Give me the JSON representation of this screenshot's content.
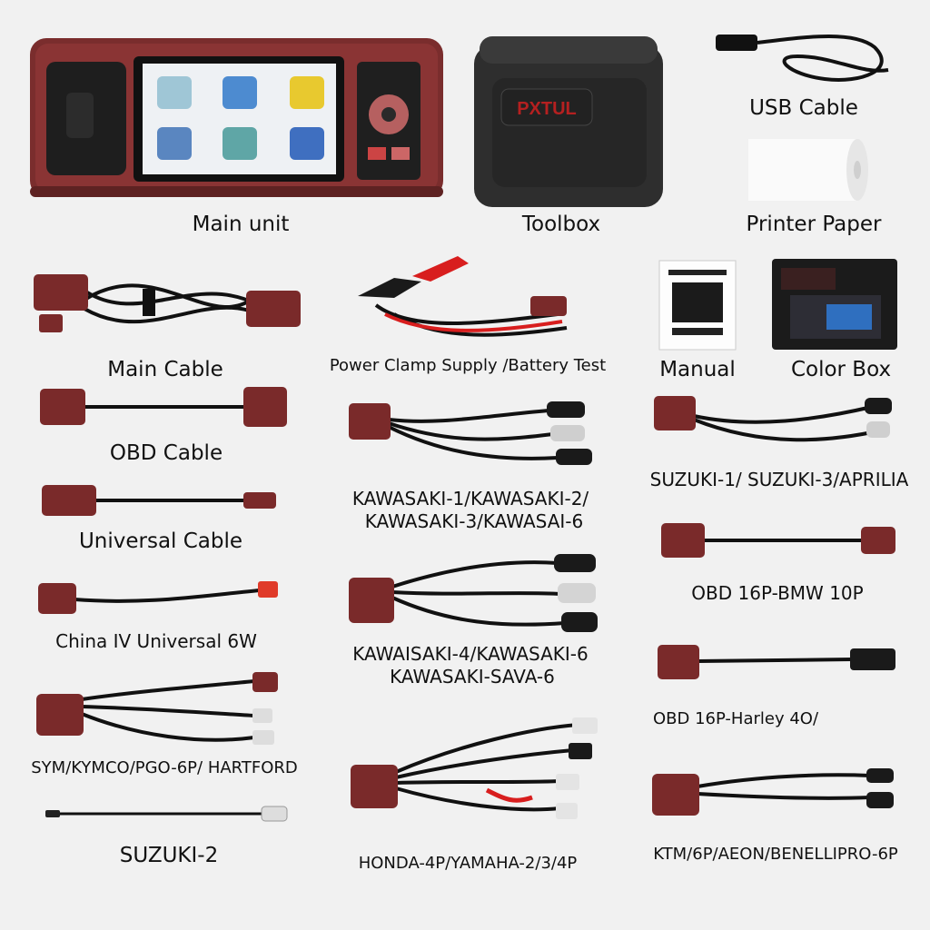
{
  "device": {
    "brand": "PXTUL",
    "screen_apps": [
      "",
      "",
      "",
      "",
      "",
      ""
    ]
  },
  "items": [
    {
      "key": "main_unit",
      "label": "Main unit"
    },
    {
      "key": "toolbox",
      "label": "Toolbox"
    },
    {
      "key": "usb_cable",
      "label": "USB Cable"
    },
    {
      "key": "printer_paper",
      "label": "Printer Paper"
    },
    {
      "key": "main_cable",
      "label": "Main Cable"
    },
    {
      "key": "power_clamp",
      "label": "Power Clamp Supply /Battery Test"
    },
    {
      "key": "manual",
      "label": "Manual"
    },
    {
      "key": "color_box",
      "label": "Color Box"
    },
    {
      "key": "obd_cable",
      "label": "OBD Cable"
    },
    {
      "key": "kawasaki_a_1",
      "label": "KAWASAKI-1/KAWASAKI-2/"
    },
    {
      "key": "kawasaki_a_2",
      "label": "KAWASAKI-3/KAWASAI-6"
    },
    {
      "key": "suzuki_aprilia",
      "label": "SUZUKI-1/ SUZUKI-3/APRILIA"
    },
    {
      "key": "universal_cable",
      "label": "Universal Cable"
    },
    {
      "key": "obd_bmw",
      "label": "OBD 16P-BMW 10P"
    },
    {
      "key": "china_iv",
      "label": "China IV Universal 6W"
    },
    {
      "key": "kawasaki_b_1",
      "label": "KAWAISAKI-4/KAWASAKI-6"
    },
    {
      "key": "kawasaki_b_2",
      "label": "KAWASAKI-SAVA-6"
    },
    {
      "key": "obd_harley",
      "label": "OBD 16P-Harley 4O/"
    },
    {
      "key": "sym_kymco",
      "label": "SYM/KYMCO/PGO-6P/ HARTFORD"
    },
    {
      "key": "suzuki_2",
      "label": "SUZUKI-2"
    },
    {
      "key": "honda_yamaha",
      "label": "HONDA-4P/YAMAHA-2/3/4P"
    },
    {
      "key": "ktm_aeon",
      "label": "KTM/6P/AEON/BENELLIPRO-6P"
    }
  ],
  "colors": {
    "connector": "#7a2a2a",
    "cable": "#1a1a1a",
    "case": "#2e2e2e",
    "unit_body": "#7a2d2d",
    "clamp_red": "#d81e1e",
    "background": "#f1f1f1"
  }
}
